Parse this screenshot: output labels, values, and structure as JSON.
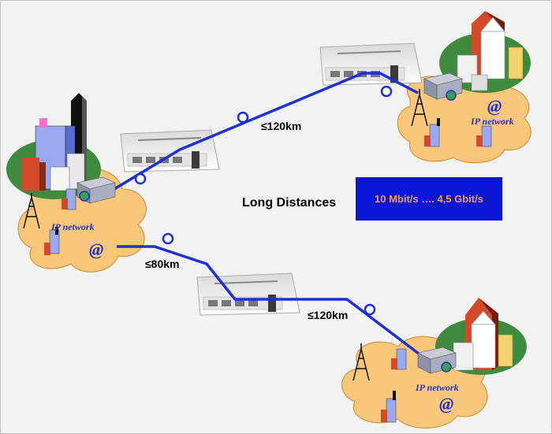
{
  "diagram": {
    "title": "Long Distances",
    "speed": "10 Mbit/s …. 4,5 Gbit/s",
    "links": {
      "top": "≤120km",
      "bottom_left": "≤80km",
      "bottom_right": "≤120km"
    },
    "network_label": "IP network",
    "at_symbol": "@"
  },
  "colors": {
    "background": "#f2f2f2",
    "link_line": "#1f2fd0",
    "cloud": "#f9c77a",
    "speed_box": "#0a18d6",
    "speed_text": "#ff9a3c"
  },
  "icons": [
    "building-cluster-icon",
    "server-icon",
    "cell-tower-icon",
    "globe-icon",
    "equipment-board-icon",
    "link-node-icon"
  ]
}
